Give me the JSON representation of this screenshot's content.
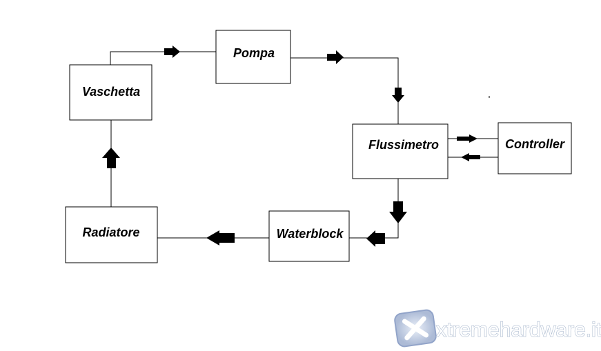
{
  "diagram": {
    "nodes": {
      "vaschetta": "Vaschetta",
      "pompa": "Pompa",
      "flussimetro": "Flussimetro",
      "controller": "Controller",
      "waterblock": "Waterblock",
      "radiatore": "Radiatore"
    },
    "edges": [
      {
        "from": "vaschetta",
        "to": "pompa"
      },
      {
        "from": "pompa",
        "to": "flussimetro"
      },
      {
        "from": "flussimetro",
        "to": "controller"
      },
      {
        "from": "controller",
        "to": "flussimetro"
      },
      {
        "from": "flussimetro",
        "to": "waterblock"
      },
      {
        "from": "waterblock",
        "to": "radiatore"
      },
      {
        "from": "radiatore",
        "to": "vaschetta"
      }
    ]
  },
  "watermark": {
    "text": "xtremehardware.it",
    "icon": "x-logo-icon"
  },
  "colors": {
    "line": "#000000",
    "box_fill": "#ffffff",
    "watermark_text": "#ffffff",
    "watermark_outline": "#9fb0c8",
    "watermark_logo": "#7f95c0"
  }
}
